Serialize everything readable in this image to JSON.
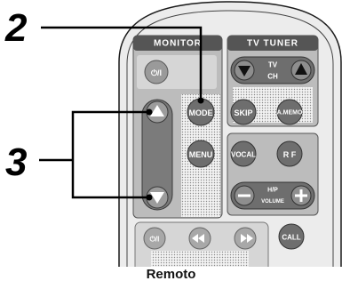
{
  "callouts": {
    "mode_callout": "2",
    "volume_callout": "3"
  },
  "panels": {
    "monitor": "MONITOR",
    "tv_tuner": "TV TUNER"
  },
  "buttons": {
    "monitor_power": "⏻/I",
    "mode": "MODE",
    "menu": "MENU",
    "tv_ch_top": "TV",
    "tv_ch_bottom": "CH",
    "skip": "SKIP",
    "amemo": "A.MEMO",
    "vocal": "VOCAL",
    "rf": "R F",
    "hp": "H/P",
    "volume": "VOLUME",
    "call": "CALL",
    "deck_power": "⏻/I"
  },
  "icons": {
    "arrow_up": "triangle-up-icon",
    "arrow_down": "triangle-down-icon",
    "rewind": "rewind-icon",
    "fast_forward": "fast-forward-icon",
    "minus": "minus-icon",
    "plus": "plus-icon"
  },
  "caption": "Remoto",
  "colors": {
    "button": "#6e6e6e",
    "panel": "#bdbdbd",
    "remote_body": "#e9e9e9"
  }
}
